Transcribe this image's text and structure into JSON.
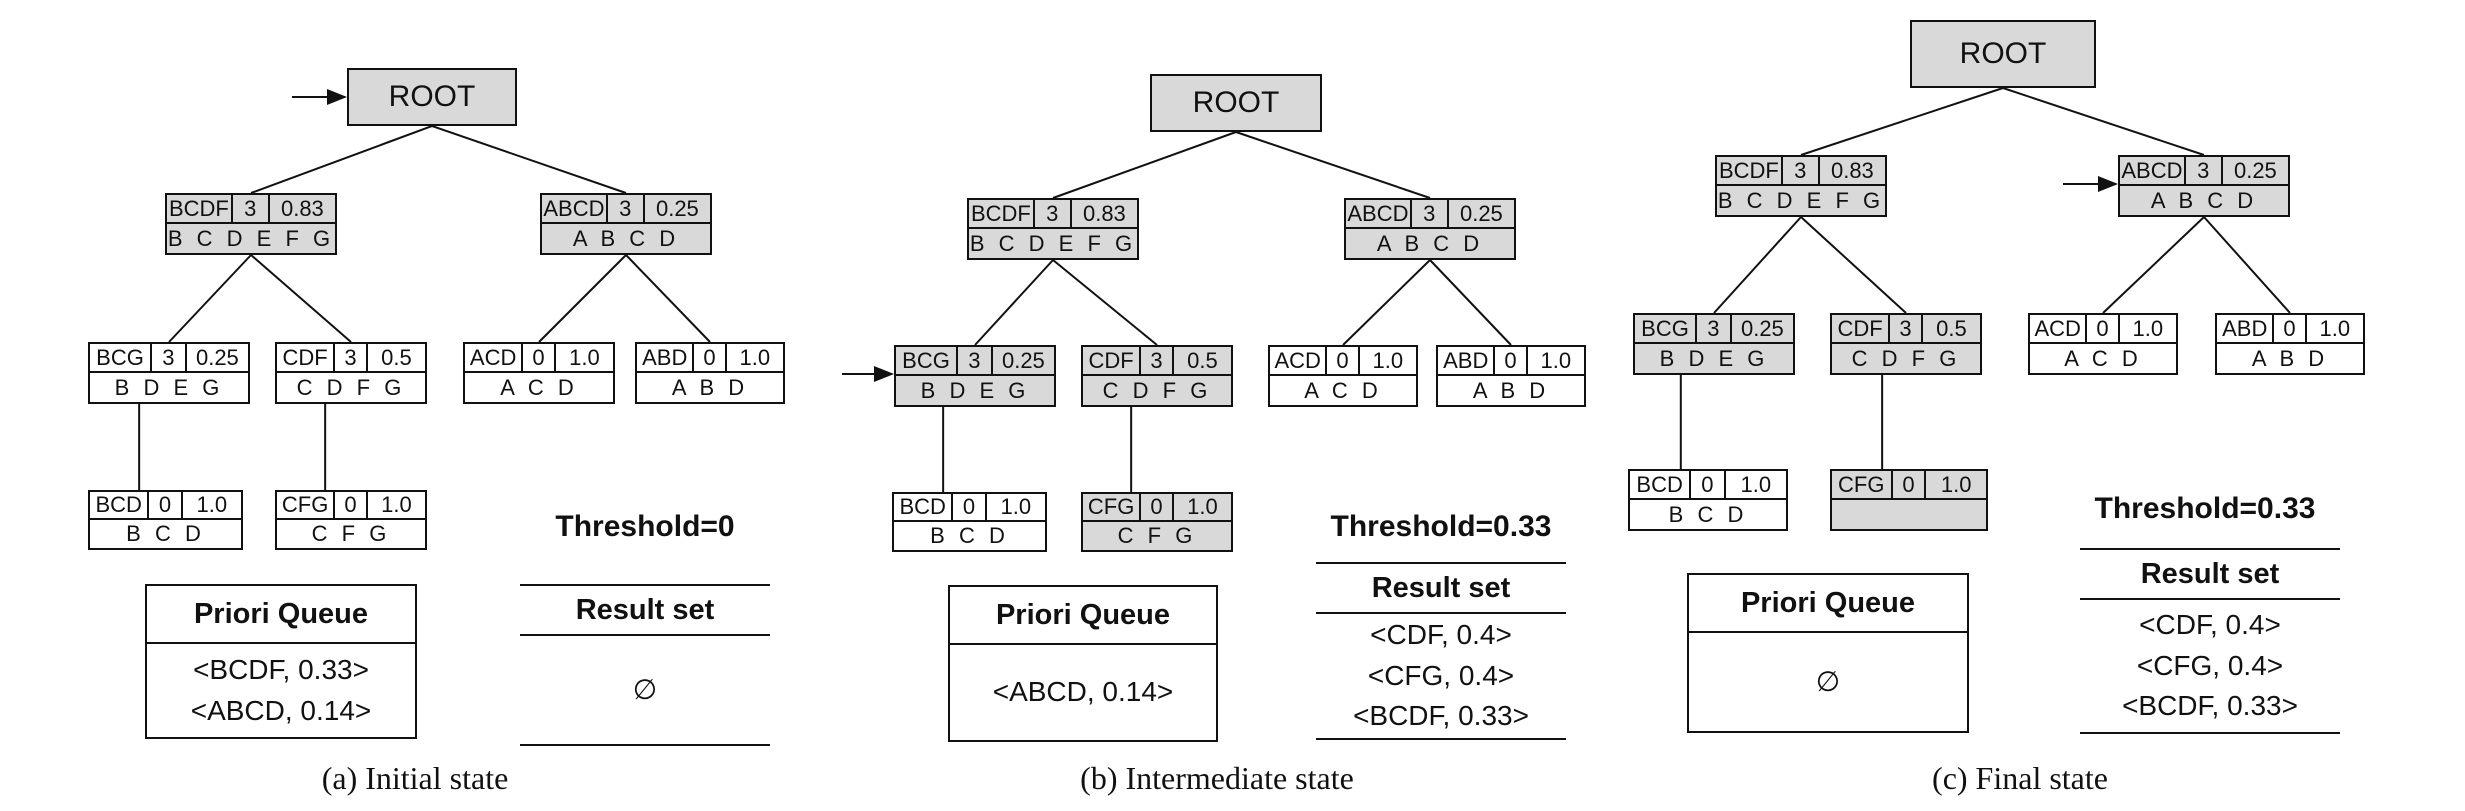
{
  "panels": [
    {
      "caption": "(a)  Initial state",
      "root": "ROOT",
      "nodes": [
        {
          "id": "bcdf",
          "key": "BCDF",
          "count": "3",
          "score": "0.83",
          "items": "B C D E F G",
          "gray": true
        },
        {
          "id": "abcd",
          "key": "ABCD",
          "count": "3",
          "score": "0.25",
          "items": "A B C D",
          "gray": true
        },
        {
          "id": "bcg",
          "key": "BCG",
          "count": "3",
          "score": "0.25",
          "items": "B D E G",
          "gray": false
        },
        {
          "id": "cdf",
          "key": "CDF",
          "count": "3",
          "score": "0.5",
          "items": "C D F G",
          "gray": false
        },
        {
          "id": "acd",
          "key": "ACD",
          "count": "0",
          "score": "1.0",
          "items": "A C D",
          "gray": false
        },
        {
          "id": "abd",
          "key": "ABD",
          "count": "0",
          "score": "1.0",
          "items": "A B D",
          "gray": false
        },
        {
          "id": "bcd",
          "key": "BCD",
          "count": "0",
          "score": "1.0",
          "items": "B C D",
          "gray": false
        },
        {
          "id": "cfg",
          "key": "CFG",
          "count": "0",
          "score": "1.0",
          "items": "C F G",
          "gray": false
        }
      ],
      "queue_title": "Priori Queue",
      "queue_items": [
        "<BCDF, 0.33>",
        "<ABCD, 0.14>"
      ],
      "threshold": "Threshold=0",
      "result_title": "Result set",
      "result_items": [
        "∅"
      ]
    },
    {
      "caption": "(b)  Intermediate state",
      "root": "ROOT",
      "nodes": [
        {
          "id": "bcdf",
          "key": "BCDF",
          "count": "3",
          "score": "0.83",
          "items": "B C D E F G",
          "gray": true
        },
        {
          "id": "abcd",
          "key": "ABCD",
          "count": "3",
          "score": "0.25",
          "items": "A B C D",
          "gray": true
        },
        {
          "id": "bcg",
          "key": "BCG",
          "count": "3",
          "score": "0.25",
          "items": "B D E G",
          "gray": true
        },
        {
          "id": "cdf",
          "key": "CDF",
          "count": "3",
          "score": "0.5",
          "items": "C D F G",
          "gray": true
        },
        {
          "id": "acd",
          "key": "ACD",
          "count": "0",
          "score": "1.0",
          "items": "A C D",
          "gray": false
        },
        {
          "id": "abd",
          "key": "ABD",
          "count": "0",
          "score": "1.0",
          "items": "A B D",
          "gray": false
        },
        {
          "id": "bcd",
          "key": "BCD",
          "count": "0",
          "score": "1.0",
          "items": "B C D",
          "gray": false
        },
        {
          "id": "cfg",
          "key": "CFG",
          "count": "0",
          "score": "1.0",
          "items": "C F G",
          "gray": true
        }
      ],
      "queue_title": "Priori Queue",
      "queue_items": [
        "<ABCD, 0.14>"
      ],
      "threshold": "Threshold=0.33",
      "result_title": "Result set",
      "result_items": [
        "<CDF, 0.4>",
        "<CFG, 0.4>",
        "<BCDF, 0.33>"
      ]
    },
    {
      "caption": "(c)  Final state",
      "root": "ROOT",
      "nodes": [
        {
          "id": "bcdf",
          "key": "BCDF",
          "count": "3",
          "score": "0.83",
          "items": "B C D E F G",
          "gray": true
        },
        {
          "id": "abcd",
          "key": "ABCD",
          "count": "3",
          "score": "0.25",
          "items": "A B C D",
          "gray": true
        },
        {
          "id": "bcg",
          "key": "BCG",
          "count": "3",
          "score": "0.25",
          "items": "B D E G",
          "gray": true
        },
        {
          "id": "cdf",
          "key": "CDF",
          "count": "3",
          "score": "0.5",
          "items": "C D F G",
          "gray": true
        },
        {
          "id": "acd",
          "key": "ACD",
          "count": "0",
          "score": "1.0",
          "items": "A C D",
          "gray": false
        },
        {
          "id": "abd",
          "key": "ABD",
          "count": "0",
          "score": "1.0",
          "items": "A B D",
          "gray": false
        },
        {
          "id": "bcd",
          "key": "BCD",
          "count": "0",
          "score": "1.0",
          "items": "B C D",
          "gray": false
        },
        {
          "id": "cfg",
          "key": "CFG",
          "count": "0",
          "score": "1.0",
          "items": "",
          "gray": true
        }
      ],
      "queue_title": "Priori Queue",
      "queue_items": [
        "∅"
      ],
      "threshold": "Threshold=0.33",
      "result_title": "Result set",
      "result_items": [
        "<CDF, 0.4>",
        "<CFG, 0.4>",
        "<BCDF, 0.33>"
      ]
    }
  ]
}
